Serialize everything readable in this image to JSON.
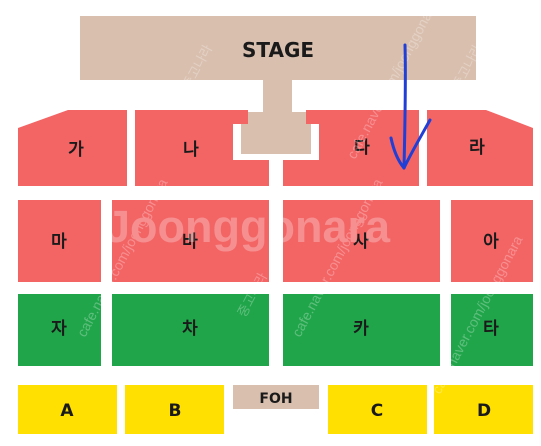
{
  "stage": {
    "label": "STAGE"
  },
  "foh": {
    "label": "FOH"
  },
  "colors": {
    "stage": "#d9bfae",
    "red_section": "#f36465",
    "green_section": "#20a54a",
    "yellow_section": "#ffe000",
    "annotation": "#1f3fd6"
  },
  "sections": {
    "row1": [
      "가",
      "나",
      "다",
      "라"
    ],
    "row2": [
      "마",
      "바",
      "사",
      "아"
    ],
    "row3": [
      "자",
      "차",
      "카",
      "타"
    ],
    "row4": [
      "A",
      "B",
      "C",
      "D"
    ]
  },
  "annotation": {
    "type": "hand-drawn-arrow",
    "color": "#1f3fd6",
    "points_to": "다"
  },
  "watermark": {
    "brand": "Joonggonara",
    "url_text": "cafe.naver.com/joonggonara",
    "korean_text": "중고나라"
  }
}
